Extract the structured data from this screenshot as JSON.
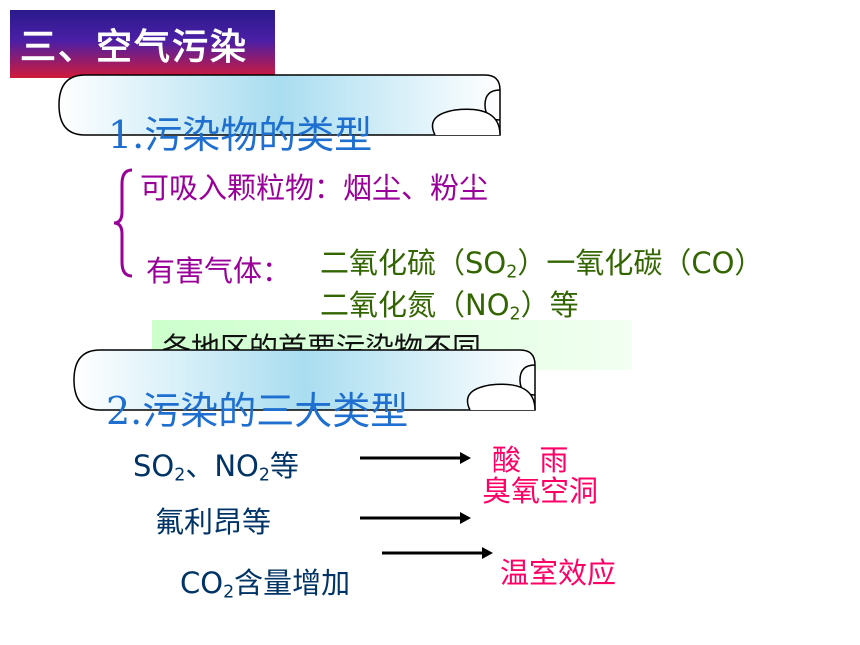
{
  "title": "三、空气污染",
  "section1": {
    "heading": "1.污染物的类型",
    "item1": "可吸入颗粒物：烟尘、粉尘",
    "item2_label": "有害气体：",
    "gas_line1_a": "二氧化硫（SO",
    "gas_line1_sub": "2",
    "gas_line1_b": "）一氧化碳（CO）",
    "gas_line2_a": "二氧化氮（NO",
    "gas_line2_sub": "2",
    "gas_line2_b": "）等",
    "note": "各地区的首要污染物不同"
  },
  "section2": {
    "heading": "2.污染的三大类型",
    "cause1_a": "SO",
    "cause1_sub1": "2",
    "cause1_b": "、NO",
    "cause1_sub2": "2",
    "cause1_c": "等",
    "effect1": "酸  雨",
    "cause2": "氟利昂等",
    "effect2": "臭氧空洞",
    "cause3_a": "CO",
    "cause3_sub": "2",
    "cause3_b": "含量增加",
    "effect3": "温室效应"
  },
  "colors": {
    "title_bg_top": "#2a1a8c",
    "title_bg_bottom": "#d21a3a",
    "heading": "#1e6fd0",
    "purple": "#990099",
    "green": "#336600",
    "red": "#ff0066"
  }
}
